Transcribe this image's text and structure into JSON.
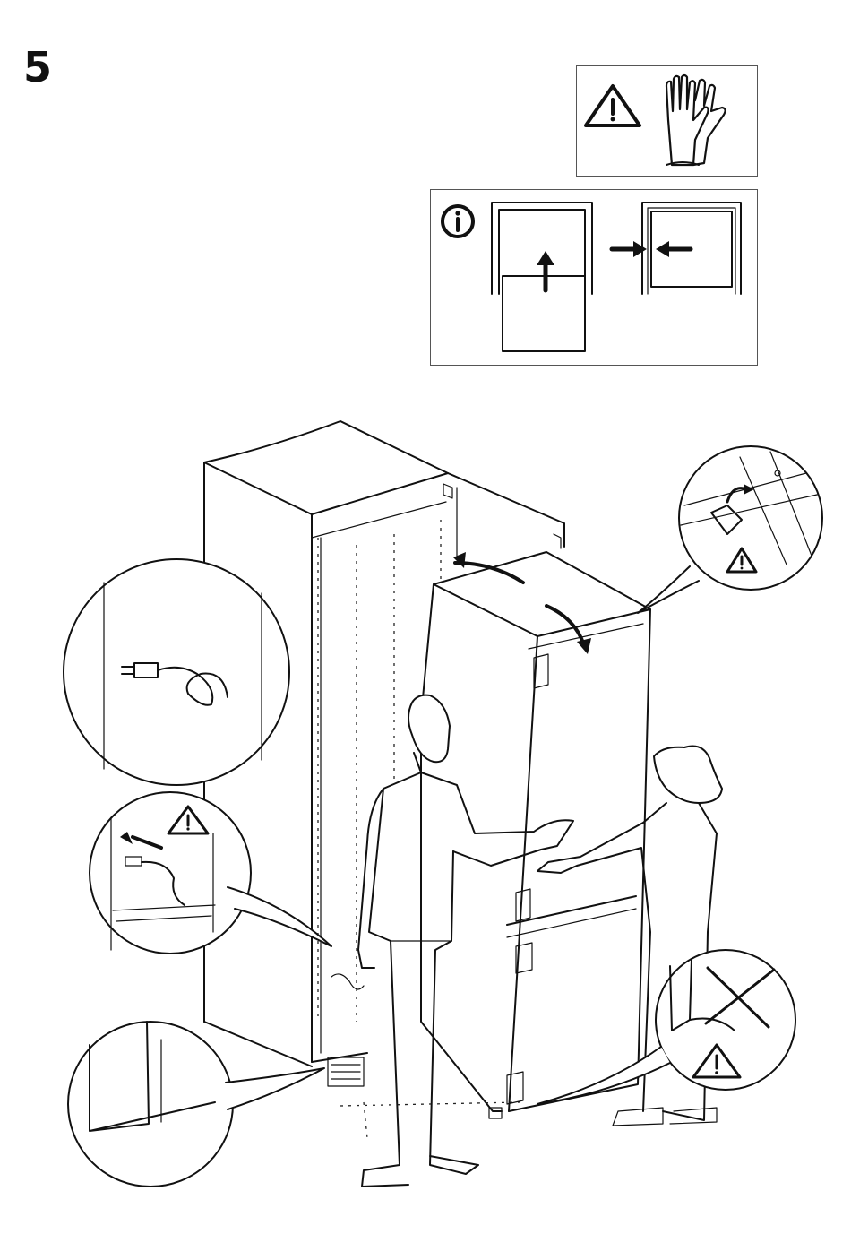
{
  "step": {
    "number": "5"
  },
  "safety_panel": {
    "icons": [
      "warning-triangle-icon",
      "protective-gloves-icon"
    ]
  },
  "info_panel": {
    "icons": [
      "info-circle-icon",
      "push-into-niche-icon",
      "align-flush-icon"
    ]
  },
  "illustration": {
    "subject": "two-people-sliding-appliance-into-cabinet",
    "callouts": [
      "power-plug-detail",
      "cable-routing-warning-detail",
      "cabinet-base-detail",
      "hinge-bracket-warning-detail",
      "do-not-lift-by-door-warning-detail"
    ]
  },
  "colors": {
    "line": "#111111",
    "background": "#ffffff",
    "panel_border": "#555555"
  }
}
